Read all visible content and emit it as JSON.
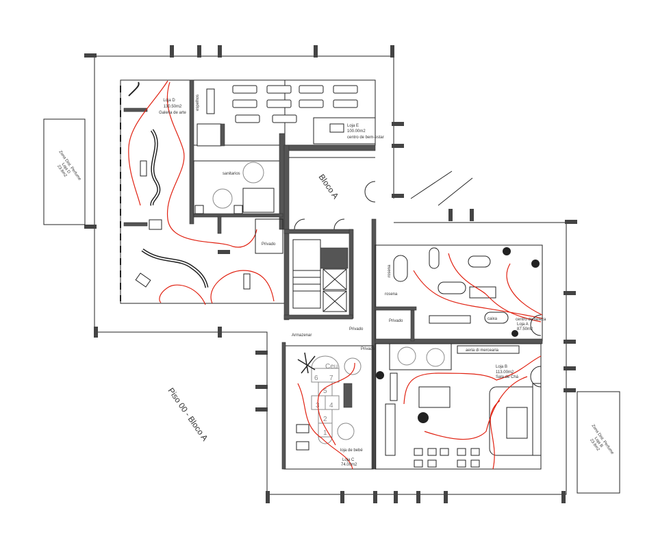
{
  "title": "Piso 00 - Bloco A",
  "block": "Bloco A",
  "rooms": {
    "loja_d": {
      "name": "Loja D",
      "area": "130.50m2",
      "use": "Galeria de arte"
    },
    "loja_e": {
      "name": "Loja E",
      "area": "100.00m2",
      "use": "centro de bem-estar"
    },
    "loja_a": {
      "name": "Loja A",
      "area": "87.50m2",
      "use": "centro de beleza"
    },
    "loja_b": {
      "name": "Loja B",
      "area": "113.00m2",
      "use": "Sala de Chá"
    },
    "loja_c": {
      "name": "Loja C",
      "area": "74.00m2",
      "use": "loja de bebé"
    },
    "perfume_left": {
      "name": "Zona Dist. Perfume",
      "sub": "Loja D",
      "area": "23.6m2"
    },
    "perfume_right": {
      "name": "Zona Dist. Perfume",
      "sub": "Loja B",
      "area": "23.6m2"
    }
  },
  "labels": {
    "espelhos": "espelhos",
    "sanitarios": "sanitarios",
    "privado1": "Privado",
    "privado2": "Privado",
    "privado3": "Privado",
    "privado4": "Privado",
    "armazenar": "Armazenar",
    "rosena": "rosena",
    "caixa": "caixa",
    "area_mercearia": "aeria di mercearia",
    "ceu": "Ceu",
    "hopscotch": [
      "1",
      "2",
      "3",
      "4",
      "5",
      "6",
      "7"
    ]
  }
}
